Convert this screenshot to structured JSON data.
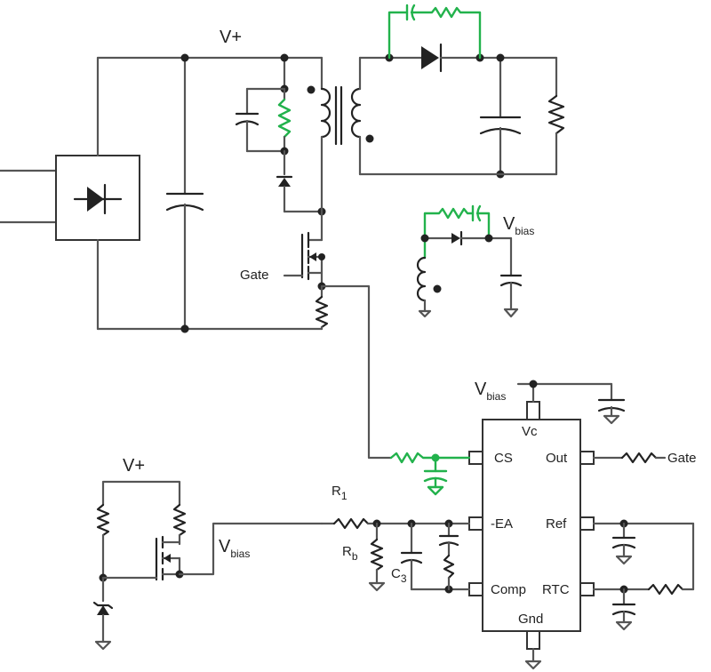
{
  "colors": {
    "wire": "#555555",
    "highlight": "#22b24c",
    "component": "#222222"
  },
  "labels": {
    "vplus_top": "V+",
    "vplus_left": "V+",
    "gate_mosfet": "Gate",
    "gate_output": "Gate",
    "vbias_aux": {
      "main": "V",
      "sub": "bias"
    },
    "vbias_ic": {
      "main": "V",
      "sub": "bias"
    },
    "vbias_left": {
      "main": "V",
      "sub": "bias"
    },
    "r1": {
      "main": "R",
      "sub": "1"
    },
    "rb": {
      "main": "R",
      "sub": "b"
    },
    "c3": {
      "main": "C",
      "sub": "3"
    }
  },
  "ic": {
    "pins": {
      "vc": "Vc",
      "cs": "CS",
      "ea": "-EA",
      "comp": "Comp",
      "out": "Out",
      "ref": "Ref",
      "rtc": "RTC",
      "gnd": "Gnd"
    }
  }
}
